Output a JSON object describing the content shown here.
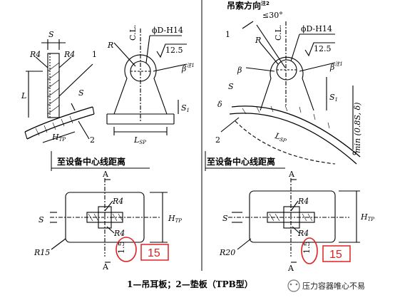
{
  "diagram": {
    "header_right": "吊索方向",
    "header_note": "注2",
    "angle_30": "≤30°",
    "cl": "C.L.",
    "phi_d": "ϕD-H14",
    "roughness": "12.5",
    "label_1": "1",
    "label_2": "2",
    "s": "S",
    "s1": "S",
    "s1_sub": "1",
    "r": "R",
    "r4": "R4",
    "r15": "R15",
    "r20": "R20",
    "l": "L",
    "l_sp": "L",
    "l_sp_sub": "SP",
    "h_tp": "H",
    "h_tp_sub": "TP",
    "delta": "δ",
    "beta": "β",
    "beta_note": "注1",
    "min_expr": "min (0.8S, δ)",
    "a": "A",
    "dim_1_5": "1.5",
    "distance_label": "至设备中心线距离",
    "caption": "1—吊耳板；2—垫板（TPB型）",
    "red_15_left": "15",
    "red_15_right": "15",
    "watermark": "压力容器唯心不易",
    "colors": {
      "red": "#e02020",
      "ink": "#000000"
    }
  }
}
